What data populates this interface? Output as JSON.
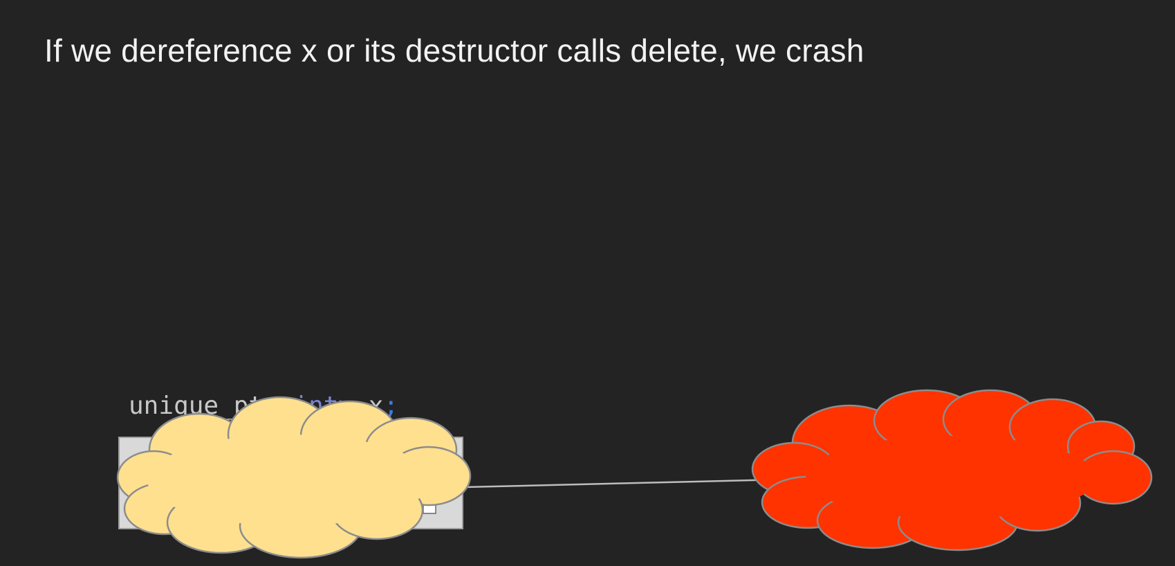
{
  "slide": {
    "title": "If we dereference x or its destructor calls delete, we crash"
  },
  "code": {
    "identifier": "unique_ptr",
    "type_fragment": "<int>",
    "variable": " x",
    "terminator": ";"
  },
  "colors": {
    "background": "#232323",
    "title_text": "#f2f2f2",
    "pointer_box_fill": "#d9d9d9",
    "covering_cloud_fill": "#ffe08f",
    "crash_cloud_fill": "#ff3300",
    "cloud_outline": "#8c8c8c",
    "connector_line": "#bdbdbd"
  },
  "icons": [
    "pointer-box",
    "covering-cloud",
    "crash-cloud"
  ]
}
